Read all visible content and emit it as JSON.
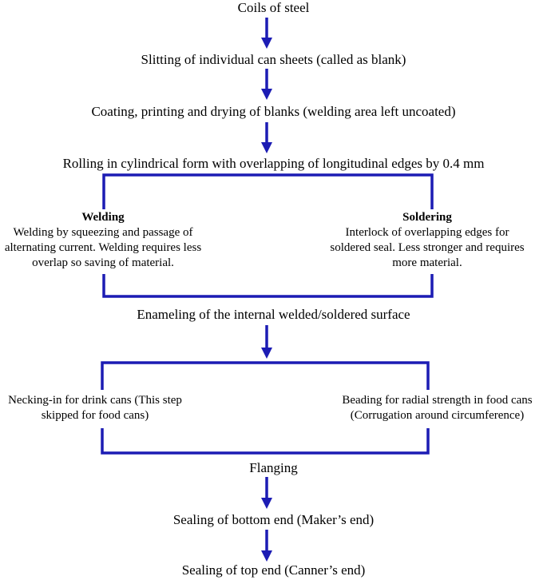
{
  "steps": {
    "coils": "Coils of steel",
    "slitting": "Slitting of individual  can sheets (called as blank)",
    "coating": "Coating, printing and drying of blanks (welding area left uncoated)",
    "rolling": "Rolling in cylindrical form with overlapping of longitudinal  edges by 0.4 mm",
    "enameling": "Enameling  of the internal  welded/soldered surface",
    "flanging": "Flanging",
    "sealing_bottom": "Sealing  of bottom end (Maker’s end)",
    "sealing_top": "Sealing  of top end (Canner’s end)"
  },
  "branch1": {
    "left": {
      "heading": "Welding",
      "text": "Welding by squeezing  and passage of alternating current. Welding requires less overlap so saving of material."
    },
    "right": {
      "heading": "Soldering",
      "text": "Interlock  of overlapping  edges for soldered seal. Less stronger and requires more material."
    }
  },
  "branch2": {
    "left": {
      "text": "Necking-in  for drink cans (This step skipped for food cans)"
    },
    "right": {
      "text": "Beading for radial strength in food cans (Corrugation  around circumference)"
    }
  },
  "colors": {
    "connector": "#1c1cb4",
    "text": "#000000"
  }
}
